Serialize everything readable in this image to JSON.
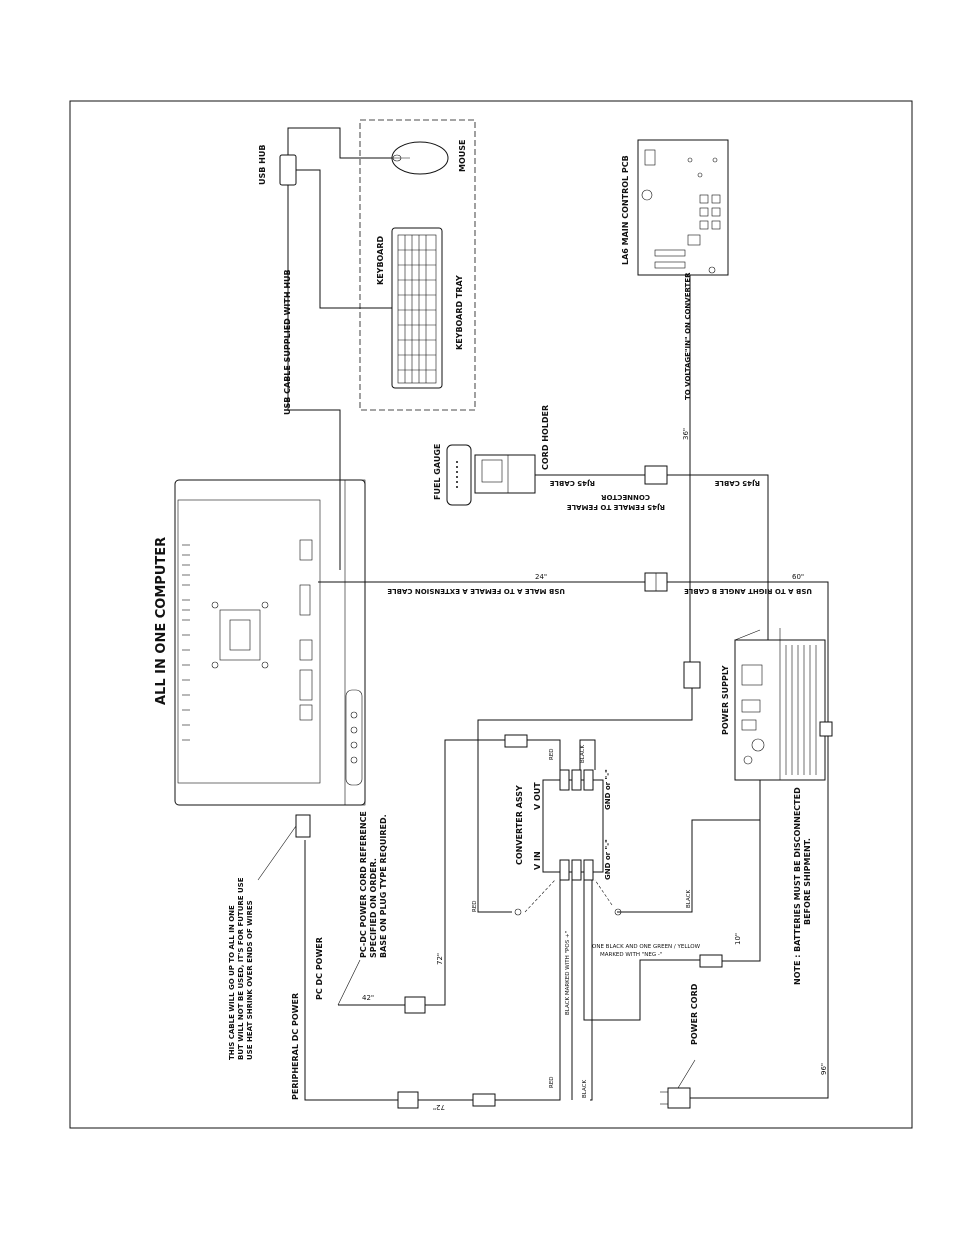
{
  "labels": {
    "all_in_one_computer": "ALL IN ONE COMPUTER",
    "usb_hub": "USB HUB",
    "usb_cable_hub": "USB CABLE SUPPLIED WITH HUB",
    "keyboard": "KEYBOARD",
    "keyboard_tray": "KEYBOARD TRAY",
    "mouse": "MOUSE",
    "main_pcb": "LA6 MAIN CONTROL PCB",
    "to_voltage_in": "TO VOLTAGE\"IN\" ON CONVERTER",
    "fuel_gauge": "FUEL GAUGE",
    "cord_holder": "CORD HOLDER",
    "rj45_cable_1": "RJ45 CABLE",
    "rj45_female_1": "RJ45 FEMALE TO FEMALE",
    "rj45_female_2": "CONNECTOR",
    "rj45_cable_2": "RJ45 CABLE",
    "usb_ext": "USB MALE A TO FEMALE A EXTENSION CABLE",
    "usb_right_angle": "USB A TO RIGHT ANGLE B CABLE",
    "power_supply": "POWER SUPPLY",
    "converter": "CONVERTER ASSY",
    "v_out": "V OUT",
    "v_in": "V IN",
    "gnd_out": "GND or \"-\"",
    "gnd_in": "GND or \"-\"",
    "red_top": "RED",
    "black_top": "BLACK",
    "red_left": "RED",
    "black_right": "BLACK",
    "one_black_1": "ONE BLACK AND ONE GREEN / YELLOW",
    "one_black_2": "MARKED WITH \"NEG -\"",
    "black_marked": "BLACK MARKED WITH \"POS +\"",
    "red_bottom": "RED",
    "black_bottom": "BLACK",
    "note_1": "NOTE : BATTERIES MUST BE DISCONNECTED",
    "note_2": "BEFORE SHIPMENT.",
    "power_cord": "POWER CORD",
    "pc_dc_power": "PC DC POWER",
    "pc_dc_ref_1": "PC-DC POWER CORD REFERENCE",
    "pc_dc_ref_2": "SPECIFIED ON ORDER.",
    "pc_dc_ref_3": "BASE ON PLUG TYPE REQUIRED.",
    "periph_dc": "PERIPHERAL DC POWER",
    "cable_note_1": "THIS CABLE WILL GO UP TO ALL IN ONE",
    "cable_note_2": "BUT WILL NOT BE USED, IT'S FOR FUTURE USE",
    "cable_note_3": "USE HEAT SHRINK OVER ENDS OF WIRES",
    "len_24": "24\"",
    "len_60": "60\"",
    "len_36": "36\"",
    "len_72a": "72\"",
    "len_42": "42\"",
    "len_72b": "72\"",
    "len_10": "10\"",
    "len_96": "96\""
  }
}
